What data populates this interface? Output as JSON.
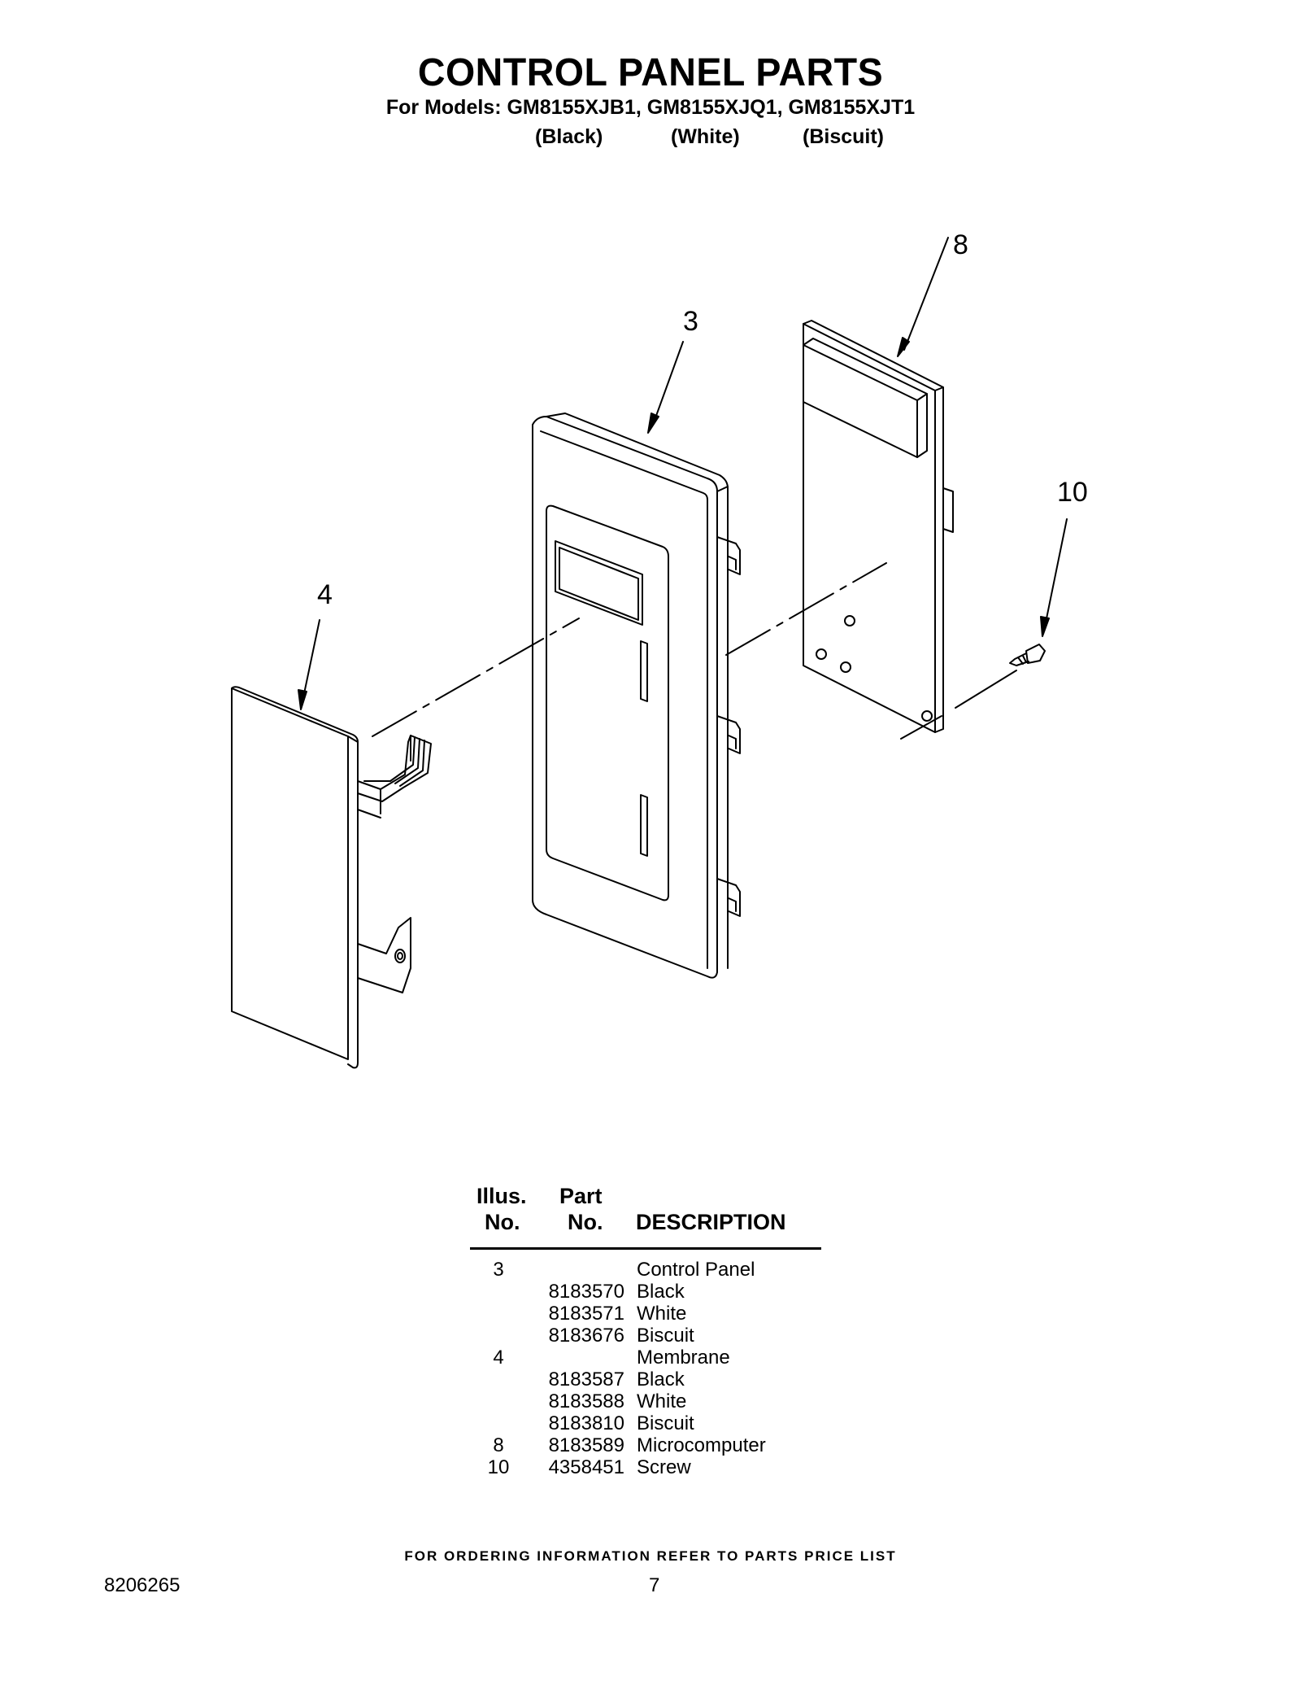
{
  "header": {
    "title": "CONTROL PANEL PARTS",
    "models_line": "For Models: GM8155XJB1, GM8155XJQ1, GM8155XJT1",
    "variants": [
      "(Black)",
      "(White)",
      "(Biscuit)"
    ]
  },
  "diagram": {
    "callouts": [
      "8",
      "3",
      "10",
      "4"
    ]
  },
  "table": {
    "headers": {
      "illus_line1": "Illus.",
      "illus_line2": "No.",
      "part_line1": "Part",
      "part_line2": "No.",
      "description": "DESCRIPTION"
    },
    "rows": [
      {
        "illus": "3",
        "part": "",
        "desc": "Control Panel"
      },
      {
        "illus": "",
        "part": "8183570",
        "desc": "Black"
      },
      {
        "illus": "",
        "part": "8183571",
        "desc": "White"
      },
      {
        "illus": "",
        "part": "8183676",
        "desc": "Biscuit"
      },
      {
        "illus": "4",
        "part": "",
        "desc": "Membrane"
      },
      {
        "illus": "",
        "part": "8183587",
        "desc": "Black"
      },
      {
        "illus": "",
        "part": "8183588",
        "desc": "White"
      },
      {
        "illus": "",
        "part": "8183810",
        "desc": "Biscuit"
      },
      {
        "illus": "8",
        "part": "8183589",
        "desc": "Microcomputer"
      },
      {
        "illus": "10",
        "part": "4358451",
        "desc": "Screw"
      }
    ]
  },
  "footer": {
    "note": "FOR ORDERING INFORMATION REFER TO PARTS PRICE LIST",
    "doc_number": "8206265",
    "page_number": "7"
  }
}
